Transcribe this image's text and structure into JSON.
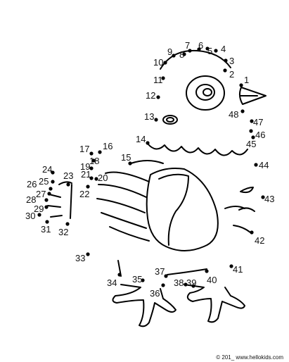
{
  "puzzle": {
    "kind": "connect-the-dots",
    "subject_icon": "chick-outline",
    "dot_count": 48,
    "ink_color": "#000000",
    "paper_color": "#ffffff"
  },
  "dots": [
    {
      "n": "1"
    },
    {
      "n": "2"
    },
    {
      "n": "3"
    },
    {
      "n": "4"
    },
    {
      "n": "5"
    },
    {
      "n": "6"
    },
    {
      "n": "7"
    },
    {
      "n": "8"
    },
    {
      "n": "9"
    },
    {
      "n": "10"
    },
    {
      "n": "11"
    },
    {
      "n": "12"
    },
    {
      "n": "13"
    },
    {
      "n": "14"
    },
    {
      "n": "15"
    },
    {
      "n": "16"
    },
    {
      "n": "17"
    },
    {
      "n": "18"
    },
    {
      "n": "19"
    },
    {
      "n": "20"
    },
    {
      "n": "21"
    },
    {
      "n": "22"
    },
    {
      "n": "23"
    },
    {
      "n": "24"
    },
    {
      "n": "25"
    },
    {
      "n": "26"
    },
    {
      "n": "27"
    },
    {
      "n": "28"
    },
    {
      "n": "29"
    },
    {
      "n": "30"
    },
    {
      "n": "31"
    },
    {
      "n": "32"
    },
    {
      "n": "33"
    },
    {
      "n": "34"
    },
    {
      "n": "35"
    },
    {
      "n": "36"
    },
    {
      "n": "37"
    },
    {
      "n": "38"
    },
    {
      "n": "39"
    },
    {
      "n": "40"
    },
    {
      "n": "41"
    },
    {
      "n": "42"
    },
    {
      "n": "43"
    },
    {
      "n": "44"
    },
    {
      "n": "45"
    },
    {
      "n": "46"
    },
    {
      "n": "47"
    },
    {
      "n": "48"
    }
  ],
  "footer": {
    "credit": "© 201_ www.hellokids.com"
  }
}
